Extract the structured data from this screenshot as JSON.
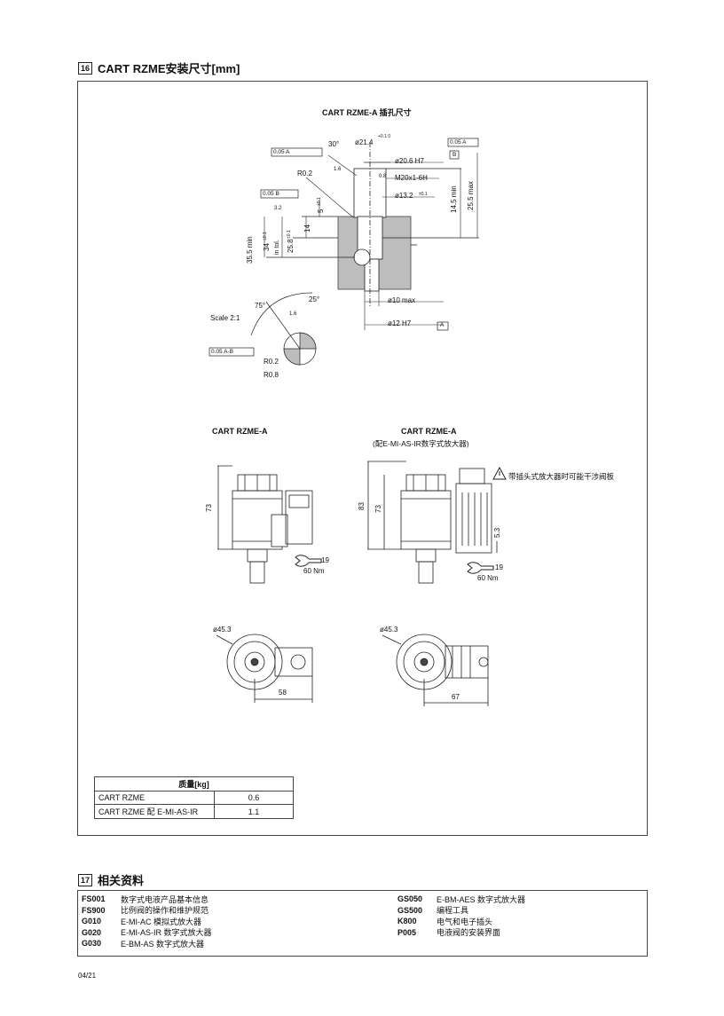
{
  "section16": {
    "num": "16",
    "title": "CART RZME安装尺寸[mm]",
    "cavity_title": "CART RZME-A 插孔尺寸",
    "cavity_labels": {
      "angle30": "30°",
      "d214": "ø21.4",
      "d214_tol": "+0.1 0",
      "d206": "ø20.6  H7",
      "m20": "M20x1-6H",
      "d132": "ø13.2",
      "d132_tol": "±0.1",
      "dim145": "14.5 min",
      "dim255": "25.5 max",
      "r02": "R0.2",
      "ra16a": "1.6",
      "ra08": "0.8",
      "ra32": "3.2",
      "tol_top_left": "0.05 A",
      "tol_top_right": "0.05 A",
      "datum_b": "B",
      "tol_perp": "0.05 B",
      "dim5": "5",
      "dim5_tol": "±0.1",
      "dim14": "14",
      "dim355": "35.5 min",
      "dim34": "34",
      "dim34_tol": "±0.1",
      "intol": "in tol.",
      "dim258": "25.8",
      "dim258_tol": "±0.1",
      "d10": "ø10  max",
      "d12": "ø12  H7",
      "datum_a": "A",
      "scale": "Scale 2:1",
      "angle75": "75°",
      "angle25": "25°",
      "ra16b": "1.6",
      "tol_bottom": "0.05 A-B",
      "r02b": "R0.2",
      "r08": "R0.8"
    },
    "view1_title": "CART RZME-A",
    "view2_title": "CART RZME-A",
    "view2_subtitle": "(配E-MI-AS-IR数字式放大器)",
    "warning": "带插头式放大器时可能干涉阀板",
    "dims": {
      "h73a": "73",
      "w19a": "19",
      "torque_a": "60 Nm",
      "h83": "83",
      "h73b": "73",
      "h53": "5.3",
      "w19b": "19",
      "torque_b": "60 Nm",
      "d453a": "ø45.3",
      "w58": "58",
      "d453b": "ø45.3",
      "w67": "67"
    },
    "mass_table": {
      "header": "质量[kg]",
      "rows": [
        {
          "name": "CART RZME",
          "value": "0.6"
        },
        {
          "name": "CART RZME 配 E-MI-AS-IR",
          "value": "1.1"
        }
      ]
    }
  },
  "section17": {
    "num": "17",
    "title": "相关资料",
    "left": [
      {
        "code": "FS001",
        "desc": "数字式电液产品基本信息"
      },
      {
        "code": "FS900",
        "desc": "比例阀的操作和维护规范"
      },
      {
        "code": "G010",
        "desc": "E-MI-AC 模拟式放大器"
      },
      {
        "code": "G020",
        "desc": "E-MI-AS-IR 数字式放大器"
      },
      {
        "code": "G030",
        "desc": "E-BM-AS 数字式放大器"
      }
    ],
    "right": [
      {
        "code": "GS050",
        "desc": "E-BM-AES 数字式放大器"
      },
      {
        "code": "GS500",
        "desc": "编程工具"
      },
      {
        "code": "K800",
        "desc": "电气和电子插头"
      },
      {
        "code": "P005",
        "desc": "电液阀的安装界面"
      }
    ]
  },
  "footer": "04/21"
}
